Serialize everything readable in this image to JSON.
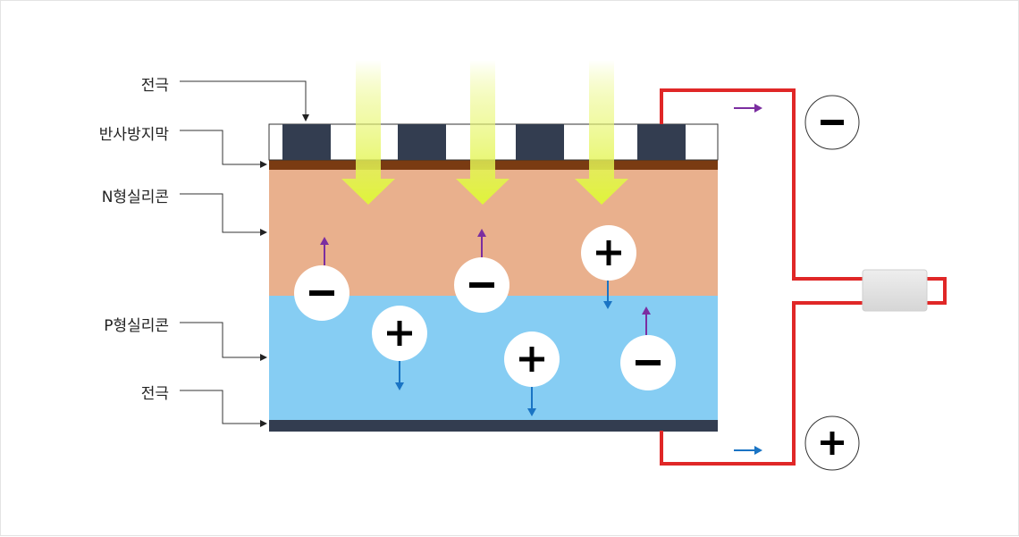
{
  "labels": {
    "top_electrode": "전극",
    "anti_reflection": "반사방지막",
    "n_silicon": "N형실리콘",
    "p_silicon": "P형실리콘",
    "bottom_electrode": "전극"
  },
  "charges": {
    "negative_symbol": "−",
    "positive_symbol": "+"
  },
  "colors": {
    "electrode": "#333d50",
    "anti_reflection": "#7a3b12",
    "n_layer": "#e9b08d",
    "p_layer": "#86cdf3",
    "wire": "#e02727",
    "light_arrow": "#dff43a",
    "electron_arrow": "#7b2ea0",
    "hole_arrow": "#1a74c4"
  }
}
